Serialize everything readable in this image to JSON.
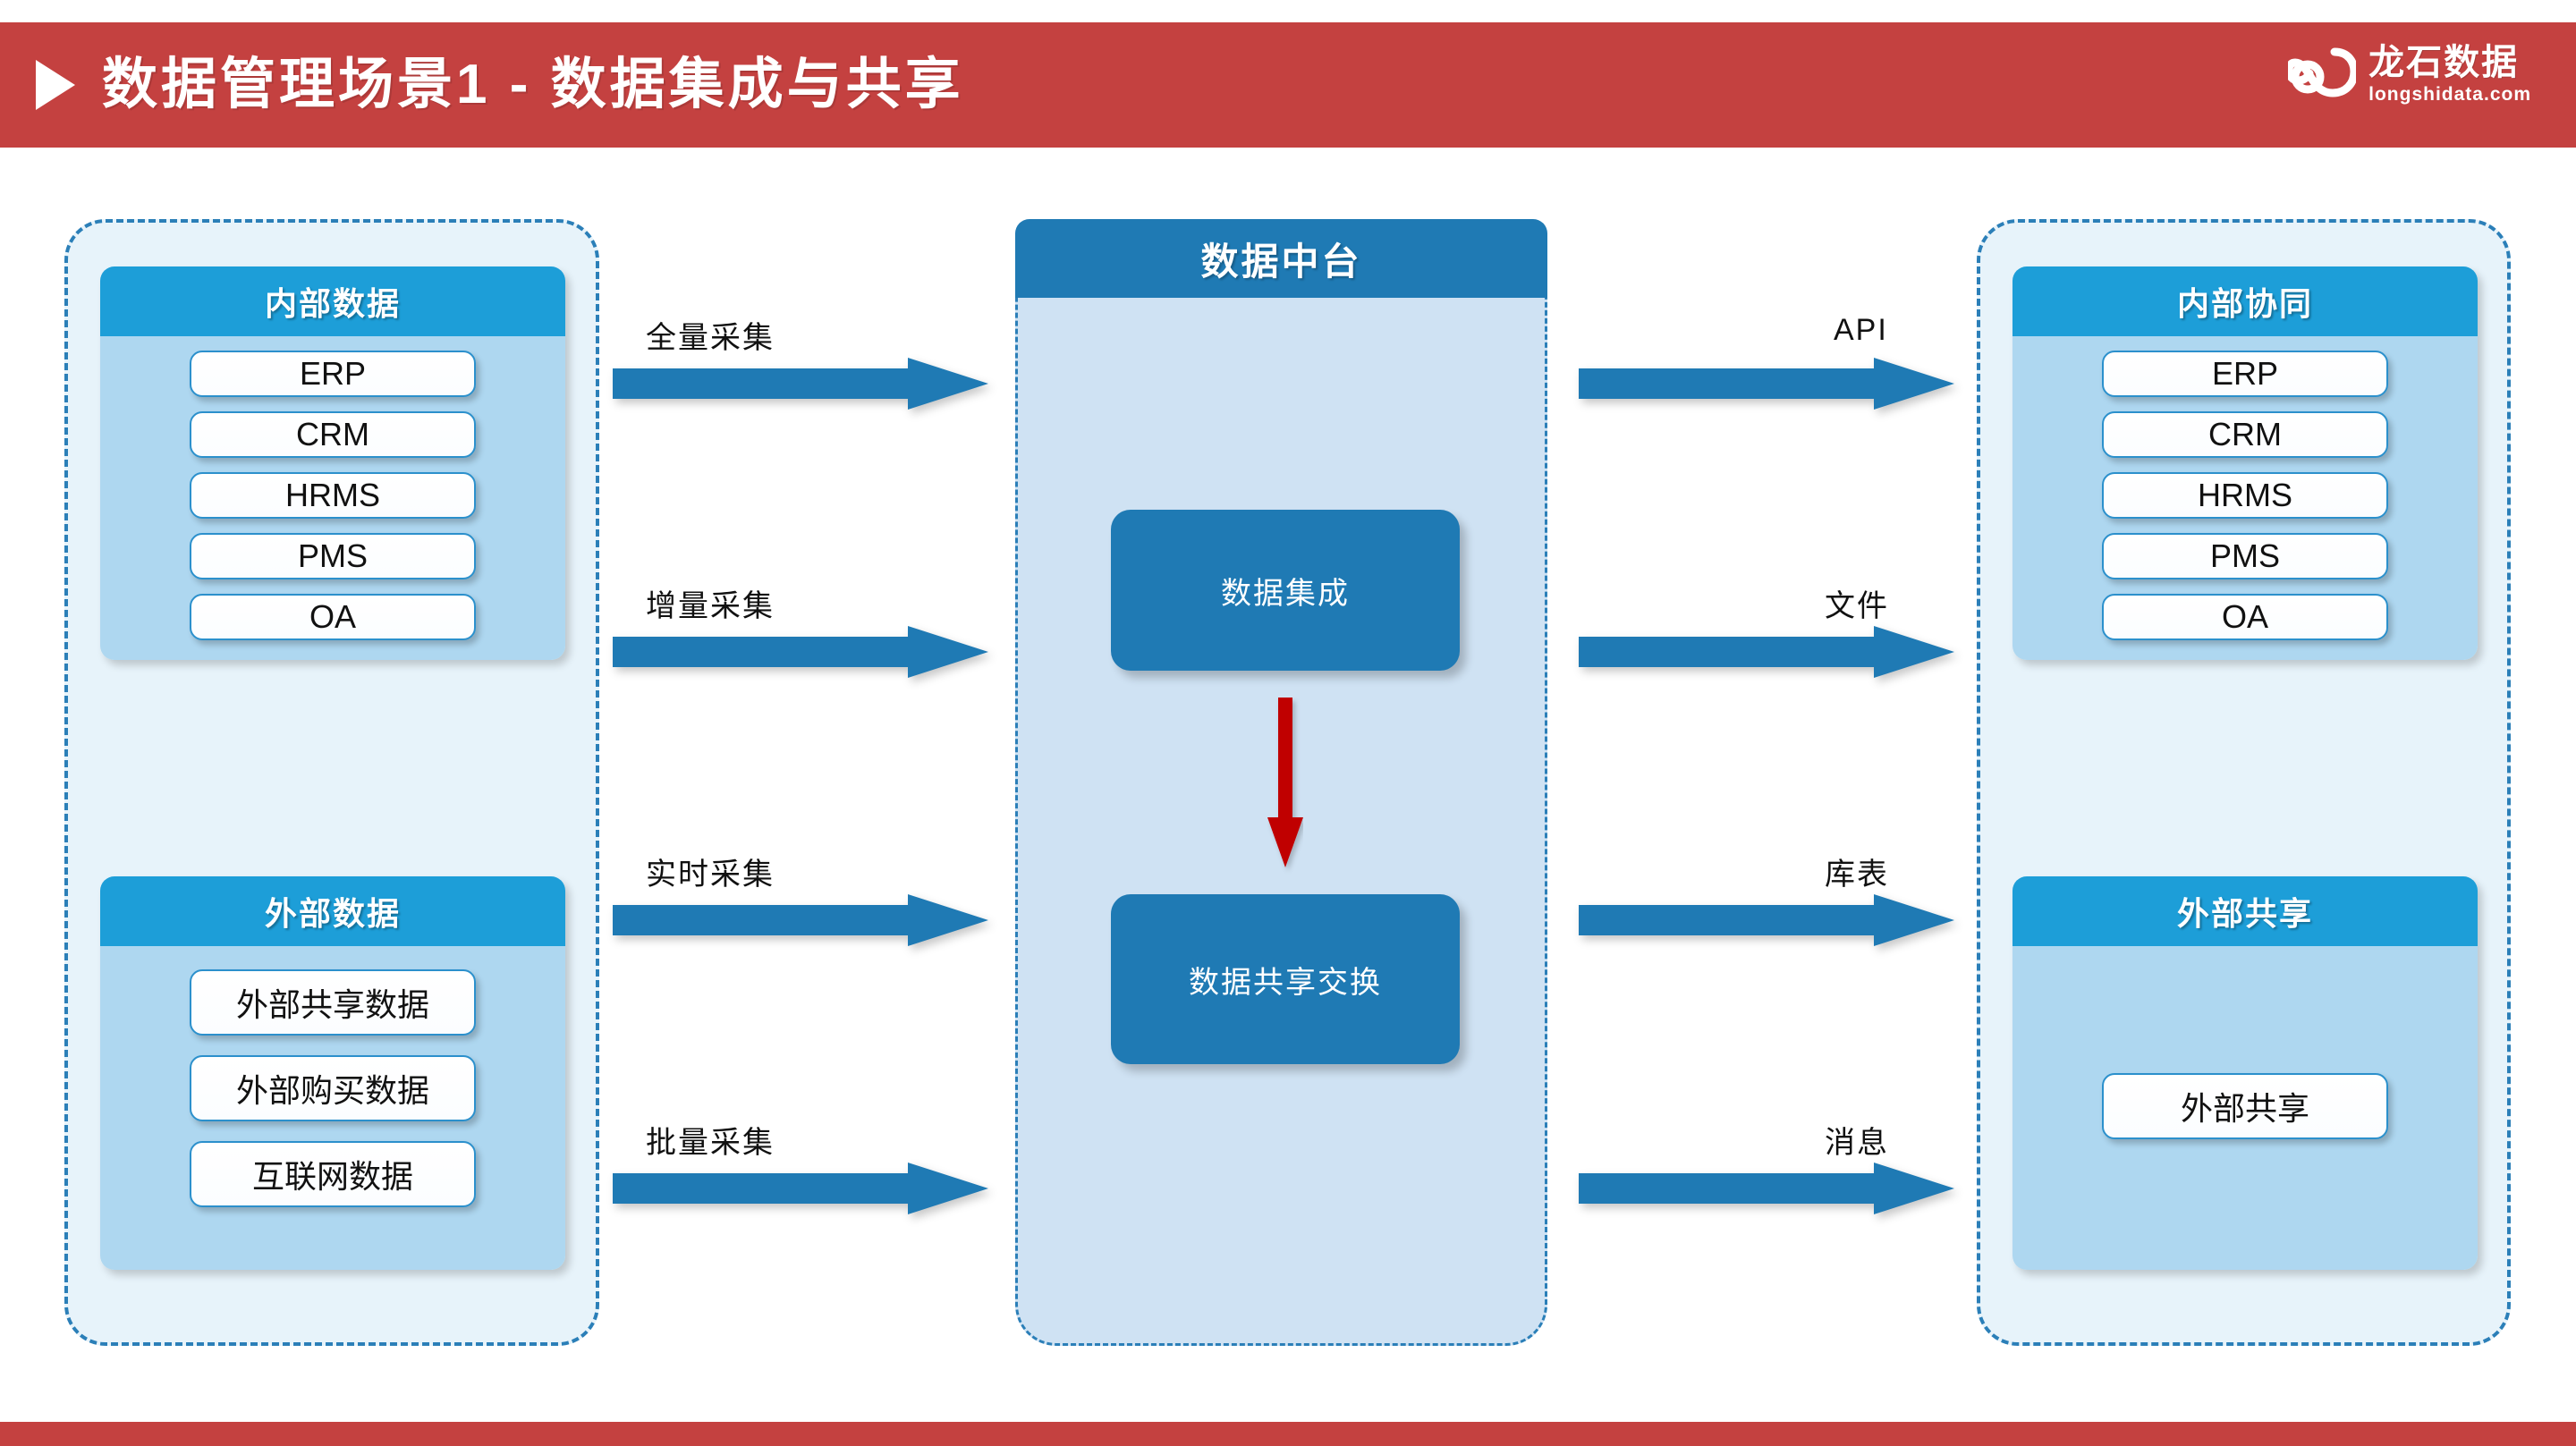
{
  "header": {
    "title": "数据管理场景1 - 数据集成与共享",
    "bar_color": "#c44140",
    "triangle_icon": "play-triangle-icon",
    "brand": {
      "name_cn": "龙石数据",
      "name_en": "longshidata.com",
      "mark_icon": "infinity-loop-logo-icon"
    }
  },
  "left_panel": {
    "groups": [
      {
        "title": "内部数据",
        "items": [
          "ERP",
          "CRM",
          "HRMS",
          "PMS",
          "OA"
        ]
      },
      {
        "title": "外部数据",
        "items": [
          "外部共享数据",
          "外部购买数据",
          "互联网数据"
        ]
      }
    ]
  },
  "center_panel": {
    "title": "数据中台",
    "boxes": [
      {
        "label": "数据集成"
      },
      {
        "label": "数据共享交换"
      }
    ],
    "flow_arrow": {
      "direction": "down",
      "color": "#c00000",
      "icon": "down-arrow-icon"
    }
  },
  "right_panel": {
    "groups": [
      {
        "title": "内部协同",
        "items": [
          "ERP",
          "CRM",
          "HRMS",
          "PMS",
          "OA"
        ]
      },
      {
        "title": "外部共享",
        "items": [
          "外部共享"
        ]
      }
    ]
  },
  "ingest_arrows": [
    {
      "label": "全量采集",
      "icon": "right-arrow-icon"
    },
    {
      "label": "增量采集",
      "icon": "right-arrow-icon"
    },
    {
      "label": "实时采集",
      "icon": "right-arrow-icon"
    },
    {
      "label": "批量采集",
      "icon": "right-arrow-icon"
    }
  ],
  "output_arrows": [
    {
      "label": "API",
      "icon": "right-arrow-icon"
    },
    {
      "label": "文件",
      "icon": "right-arrow-icon"
    },
    {
      "label": "库表",
      "icon": "right-arrow-icon"
    },
    {
      "label": "消息",
      "icon": "right-arrow-icon"
    }
  ],
  "colors": {
    "brand_red": "#c44140",
    "header_blue": "#1d9ed8",
    "deep_blue": "#1f7ab4",
    "panel_light": "#e7f3fa",
    "panel_body": "#aed7f0",
    "center_fill": "#cfe2f3",
    "red_arrow": "#c00000",
    "dashed_border": "#2b7fb8"
  }
}
